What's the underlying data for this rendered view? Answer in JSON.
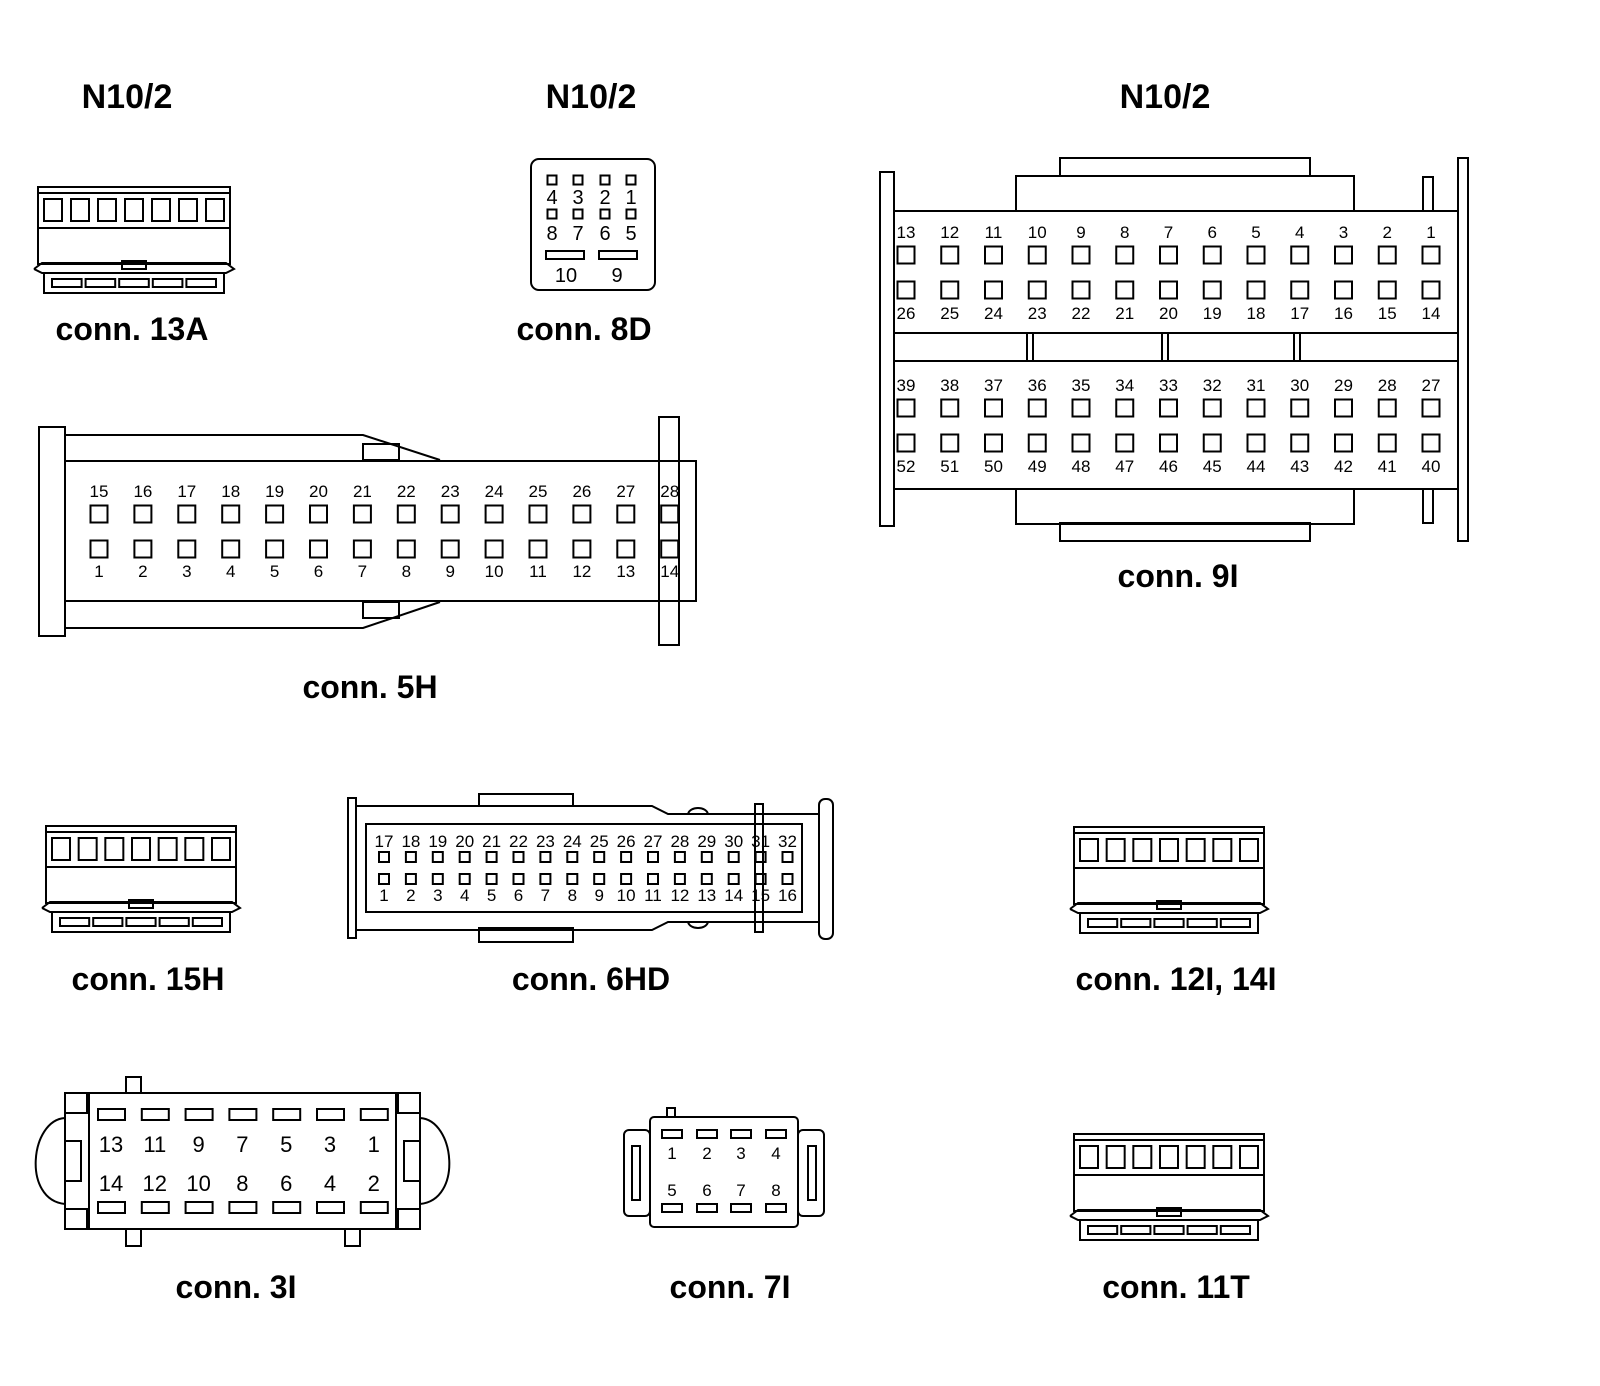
{
  "headers": [
    "N10/2",
    "N10/2",
    "N10/2"
  ],
  "connectors": {
    "c13A": {
      "label": "conn. 13A"
    },
    "c8D": {
      "label": "conn. 8D",
      "top": [
        "4",
        "3",
        "2",
        "1"
      ],
      "bottom": [
        "8",
        "7",
        "6",
        "5"
      ],
      "wide": [
        "10",
        "9"
      ]
    },
    "c5H": {
      "label": "conn. 5H",
      "top": [
        "15",
        "16",
        "17",
        "18",
        "19",
        "20",
        "21",
        "22",
        "23",
        "24",
        "25",
        "26",
        "27",
        "28"
      ],
      "bottom": [
        "1",
        "2",
        "3",
        "4",
        "5",
        "6",
        "7",
        "8",
        "9",
        "10",
        "11",
        "12",
        "13",
        "14"
      ]
    },
    "c9I": {
      "label": "conn. 9I",
      "row1": [
        "13",
        "12",
        "11",
        "10",
        "9",
        "8",
        "7",
        "6",
        "5",
        "4",
        "3",
        "2",
        "1"
      ],
      "row2": [
        "26",
        "25",
        "24",
        "23",
        "22",
        "21",
        "20",
        "19",
        "18",
        "17",
        "16",
        "15",
        "14"
      ],
      "row3": [
        "39",
        "38",
        "37",
        "36",
        "35",
        "34",
        "33",
        "32",
        "31",
        "30",
        "29",
        "28",
        "27"
      ],
      "row4": [
        "52",
        "51",
        "50",
        "49",
        "48",
        "47",
        "46",
        "45",
        "44",
        "43",
        "42",
        "41",
        "40"
      ]
    },
    "c15H": {
      "label": "conn. 15H"
    },
    "c6HD": {
      "label": "conn. 6HD",
      "top": [
        "17",
        "18",
        "19",
        "20",
        "21",
        "22",
        "23",
        "24",
        "25",
        "26",
        "27",
        "28",
        "29",
        "30",
        "31",
        "32"
      ],
      "bottom": [
        "1",
        "2",
        "3",
        "4",
        "5",
        "6",
        "7",
        "8",
        "9",
        "10",
        "11",
        "12",
        "13",
        "14",
        "15",
        "16"
      ]
    },
    "c12I": {
      "label": "conn. 12I, 14I"
    },
    "c3I": {
      "label": "conn. 3I",
      "top": [
        "13",
        "11",
        "9",
        "7",
        "5",
        "3",
        "1"
      ],
      "bottom": [
        "14",
        "12",
        "10",
        "8",
        "6",
        "4",
        "2"
      ]
    },
    "c7I": {
      "label": "conn. 7I",
      "top": [
        "1",
        "2",
        "3",
        "4"
      ],
      "bottom": [
        "5",
        "6",
        "7",
        "8"
      ]
    },
    "c11T": {
      "label": "conn. 11T"
    }
  }
}
